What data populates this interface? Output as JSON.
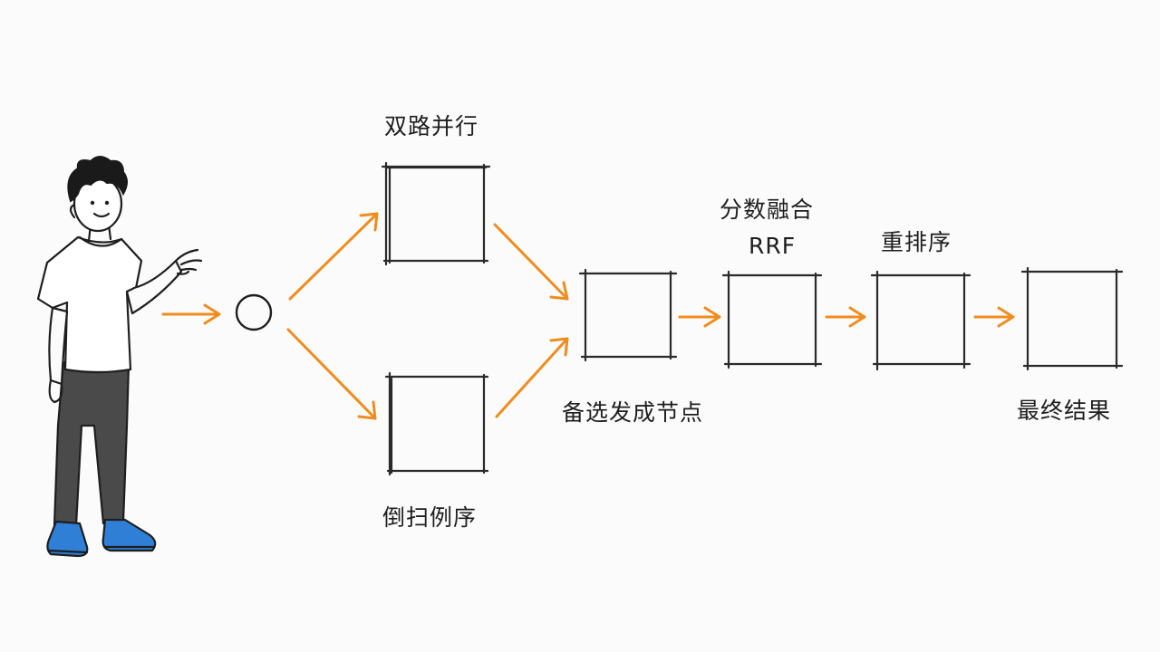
{
  "diagram": {
    "labels": {
      "dual_path": "双路并行",
      "inverted_scan": "倒扫例序",
      "candidate_nodes": "备选发成节点",
      "score_fusion_line1": "分数融合",
      "score_fusion_line2": "RRF",
      "rerank": "重排序",
      "final_result": "最终结果"
    },
    "colors": {
      "arrow": "#f08c1e",
      "ink": "#1e1e1e",
      "shirt": "#ffffff",
      "pants": "#4a4a4a",
      "shoes": "#2f7fd6",
      "background": "#fbfbfb"
    }
  }
}
